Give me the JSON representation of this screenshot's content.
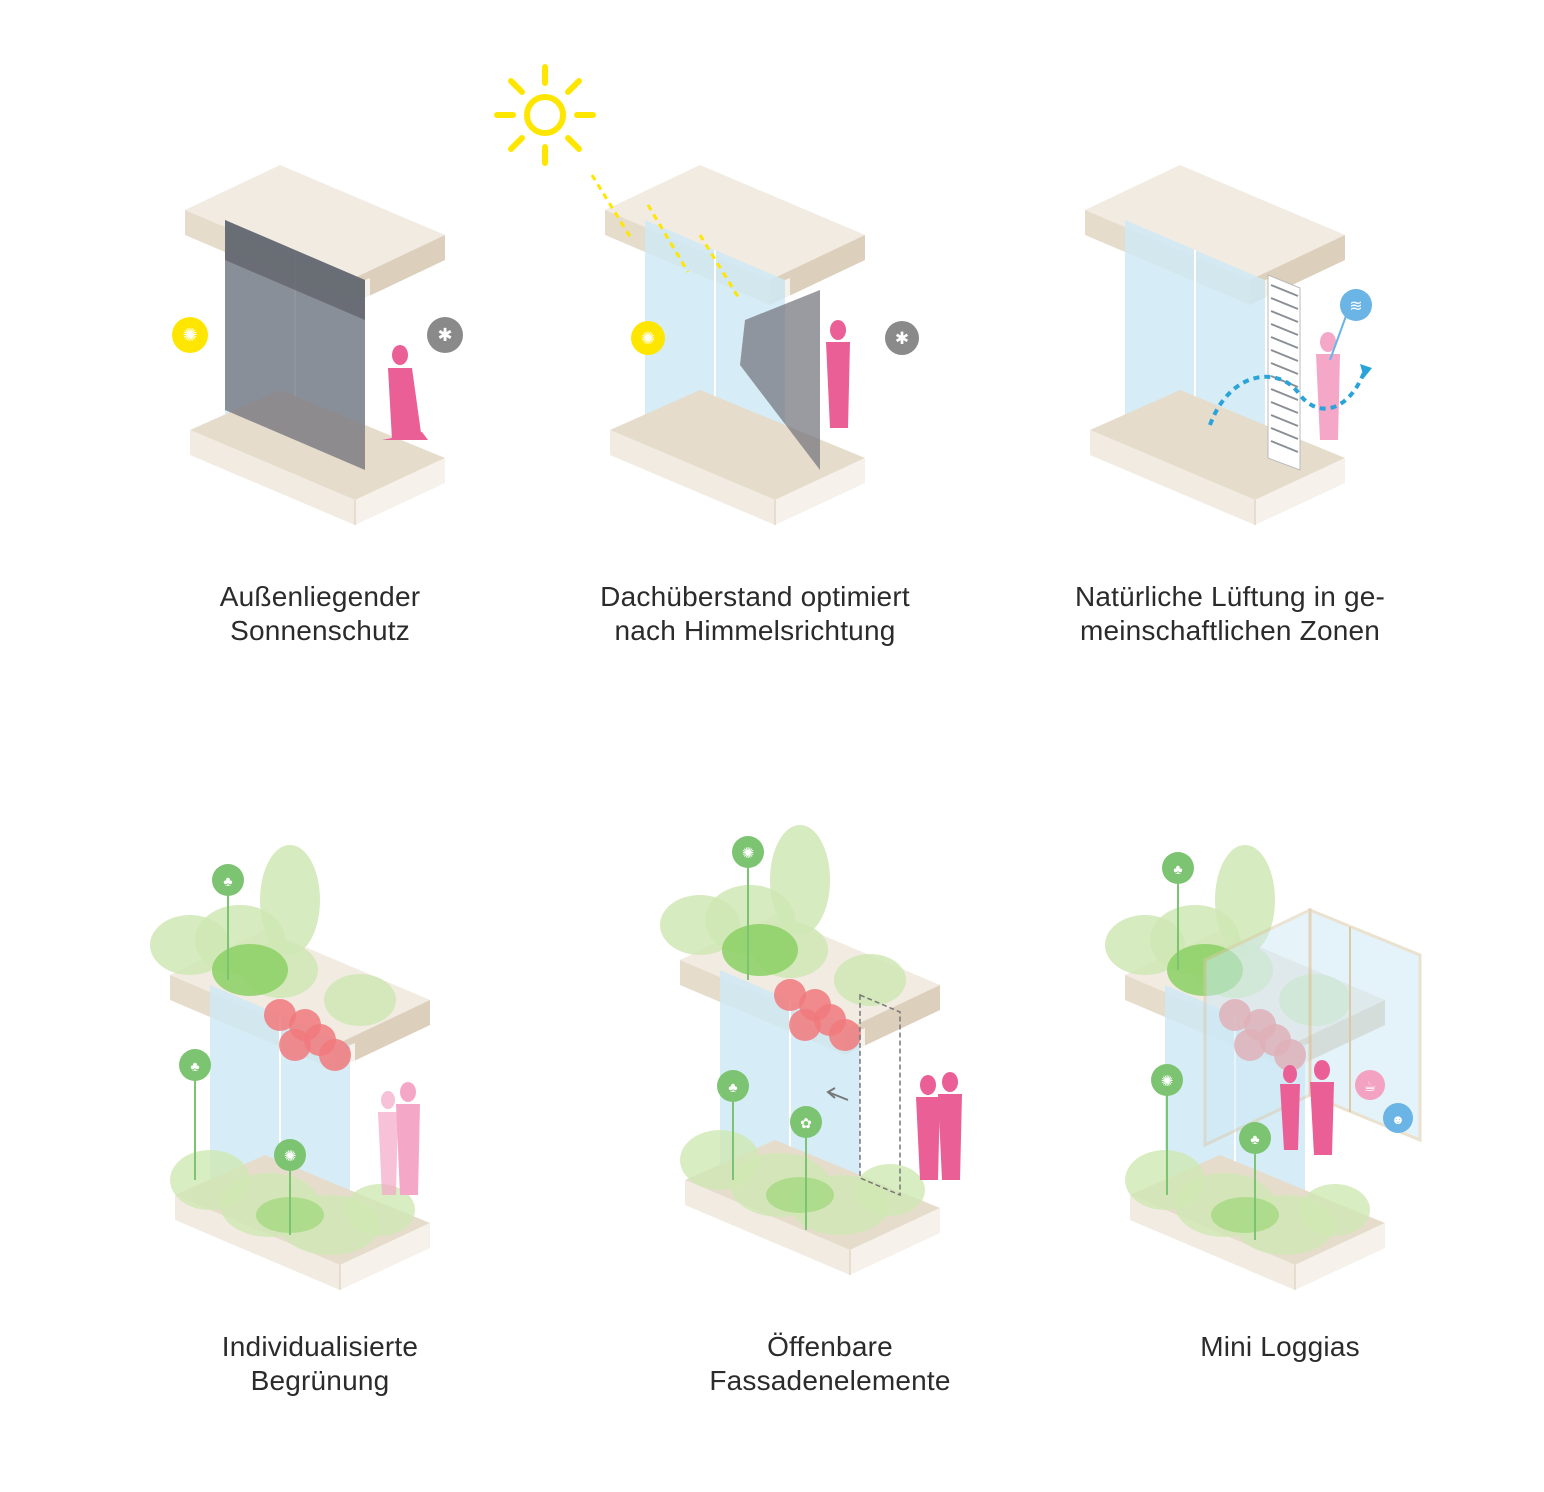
{
  "colors": {
    "slab": "#f1ebe2",
    "slab_side": "#e6dccc",
    "slab_edge": "#dccfbb",
    "glass": "#cfe9f5",
    "glass_dark": "#7f8088",
    "person": "#ea5f96",
    "person_light": "#f4a7c7",
    "sun": "#ffe600",
    "snow": "#8a8a8a",
    "air": "#2aa3d8",
    "plant_green": "#8fd16a",
    "plant_light": "#cfe8b4",
    "flower": "#f1797d",
    "icon_green": "#7cc471",
    "icon_blue": "#6ab4e6",
    "icon_pink": "#f3a2c2"
  },
  "panels": [
    {
      "id": "sonnenschutz",
      "caption": [
        "Außenliegender",
        "Sonnenschutz"
      ]
    },
    {
      "id": "dachueberstand",
      "caption": [
        "Dachüberstand optimiert",
        "nach Himmelsrichtung"
      ]
    },
    {
      "id": "lueftung",
      "caption": [
        "Natürliche Lüftung in ge-",
        "meinschaftlichen Zonen"
      ]
    },
    {
      "id": "begruenung",
      "caption": [
        "Individualisierte",
        "Begrünung"
      ]
    },
    {
      "id": "fassade",
      "caption": [
        "Öffenbare",
        "Fassadenelemente"
      ]
    },
    {
      "id": "loggias",
      "caption": [
        "Mini Loggias"
      ]
    }
  ],
  "icons": {
    "summer": "sun-badge-icon",
    "winter": "snowflake-badge-icon",
    "sun": "sun-icon",
    "air": "airflow-icon",
    "plant": "plant-pot-icon",
    "flower": "flower-badge-icon",
    "cup": "cup-icon",
    "people": "people-table-icon"
  }
}
